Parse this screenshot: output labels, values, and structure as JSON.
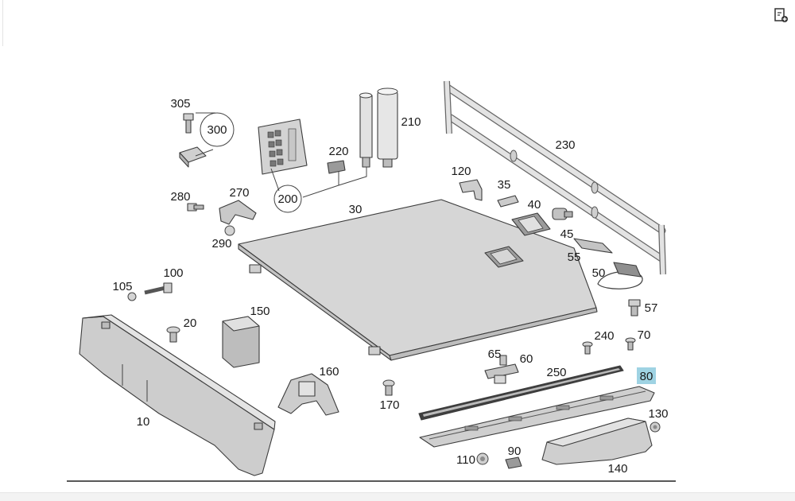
{
  "diagram": {
    "callouts": [
      {
        "id": "305",
        "text": "305"
      },
      {
        "id": "300",
        "text": "300"
      },
      {
        "id": "210",
        "text": "210"
      },
      {
        "id": "220",
        "text": "220"
      },
      {
        "id": "200",
        "text": "200"
      },
      {
        "id": "230",
        "text": "230"
      },
      {
        "id": "120",
        "text": "120"
      },
      {
        "id": "35",
        "text": "35"
      },
      {
        "id": "40",
        "text": "40"
      },
      {
        "id": "45",
        "text": "45"
      },
      {
        "id": "55",
        "text": "55"
      },
      {
        "id": "50",
        "text": "50"
      },
      {
        "id": "57",
        "text": "57"
      },
      {
        "id": "280",
        "text": "280"
      },
      {
        "id": "270",
        "text": "270"
      },
      {
        "id": "290",
        "text": "290"
      },
      {
        "id": "30",
        "text": "30"
      },
      {
        "id": "105",
        "text": "105"
      },
      {
        "id": "100",
        "text": "100"
      },
      {
        "id": "20",
        "text": "20"
      },
      {
        "id": "150",
        "text": "150"
      },
      {
        "id": "10",
        "text": "10"
      },
      {
        "id": "160",
        "text": "160"
      },
      {
        "id": "170",
        "text": "170"
      },
      {
        "id": "65",
        "text": "65"
      },
      {
        "id": "60",
        "text": "60"
      },
      {
        "id": "240",
        "text": "240"
      },
      {
        "id": "70",
        "text": "70"
      },
      {
        "id": "250",
        "text": "250"
      },
      {
        "id": "80",
        "text": "80"
      },
      {
        "id": "130",
        "text": "130"
      },
      {
        "id": "90",
        "text": "90"
      },
      {
        "id": "110",
        "text": "110"
      },
      {
        "id": "140",
        "text": "140"
      }
    ],
    "highlighted_callout": "80",
    "highlight_color": "#9fd3e3",
    "part_fill": "#d9d9d9",
    "part_fill_dark": "#b9b9b9"
  },
  "toolbar": {
    "corner_icon": "add-to-list-icon"
  }
}
